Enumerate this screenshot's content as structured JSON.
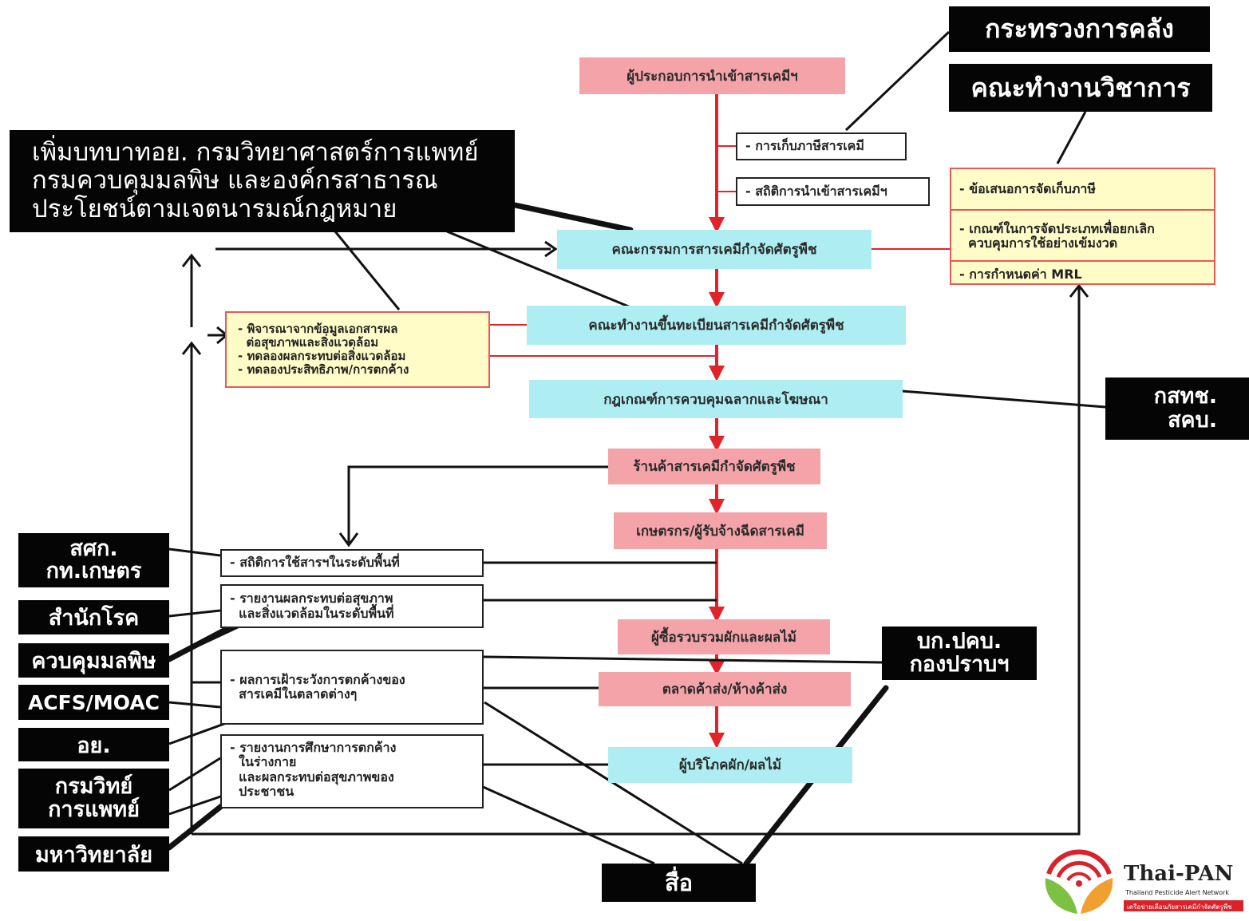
{
  "flow": {
    "importer": "ผู้ประกอบการนำเข้าสารเคมีฯ",
    "tax_collection": "- การเก็บภาษีสารเคมี",
    "import_stats": "- สถิติการนำเข้าสารเคมีฯ",
    "pesticide_committee": "คณะกรรมการสารเคมีกำจัดศัตรูพืช",
    "registration_team": "คณะทำงานขึ้นทะเบียนสารเคมีกำจัดศัตรูพืช",
    "label_rules": "กฎเกณฑ์การควบคุมฉลากและโฆษณา",
    "shop": "ร้านค้าสารเคมีกำจัดศัตรูพืช",
    "farmer": "เกษตรกร/ผู้รับจ้างฉีดสารเคมี",
    "collector": "ผู้ซื้อรวบรวมผักและผลไม้",
    "market": "ตลาดค้าส่ง/ห้างค้าส่ง",
    "consumer": "ผู้บริโภคผัก/ผลไม้"
  },
  "consider": {
    "lines": [
      "- พิจารณาจากข้อมูลเอกสารผล",
      "  ต่อสุขภาพและสิ่งแวดล้อม",
      "- ทดลองผลกระทบต่อสิ่งแวดล้อม",
      "- ทดลองประสิทธิภาพ/การตกค้าง"
    ]
  },
  "proposals": {
    "item1": "- ข้อเสนอการจัดเก็บภาษี",
    "item2_lines": [
      "- เกณฑ์ในการจัดประเภทเพื่อยกเลิก",
      "  ควบคุมการใช้อย่างเข้มงวด"
    ],
    "item3": "- การกำหนดค่า MRL"
  },
  "monitoring": {
    "usage_stats": "- สถิติการใช้สารฯในระดับพื้นที่",
    "impact_lines": [
      "- รายงานผลกระทบต่อสุขภาพ",
      "  และสิ่งแวดล้อมในระดับพื้นที่"
    ],
    "residue_lines": [
      "- ผลการเฝ้าระวังการตกค้างของ",
      "  สารเคมีในตลาดต่างๆ"
    ],
    "body_lines": [
      "- รายงานการศึกษาการตกค้าง",
      "  ในร่างกาย",
      "  และผลกระทบต่อสุขภาพของ",
      "  ประชาชน"
    ]
  },
  "labels": {
    "treasury": "กระทรวงการคลัง",
    "academic_team": "คณะทำงานวิชาการ",
    "add_role_lines": [
      "เพิ่มบทบาทอย. กรมวิทยาศาสตร์การแพทย์",
      "กรมควบคุมมลพิษ และองค์กรสาธารณ",
      "ประโยชน์ตามเจตนารมณ์กฎหมาย"
    ],
    "fda_lines": [
      "กสทช.",
      "สคบ."
    ],
    "oae_lines": [
      "สศก.",
      "กท.เกษตร"
    ],
    "disease": "สำนักโรค",
    "pollution": "ควบคุมมลพิษ",
    "acfs": "ACFS/MOAC",
    "fda": "อย.",
    "dmsc_lines": [
      "กรมวิทย์",
      "การแพทย์"
    ],
    "university": "มหาวิทยาลัย",
    "police_lines": [
      "บก.ปคบ.",
      "กองปราบฯ"
    ],
    "media": "สื่อ"
  },
  "logo": {
    "name": "Thai-PAN",
    "subtitle": "Thailand Pesticide Alert Network",
    "tagline": "เครือข่ายเตือนภัยสารเคมีกำจัดศัตรูพืช",
    "colors": {
      "red": "#d8232a",
      "green": "#7cc142",
      "orange": "#f0a030",
      "text": "#222222"
    }
  },
  "colors": {
    "flow_red": "#e0242a",
    "line_black": "#111111",
    "pink": "#f4a4a8",
    "cyan": "#aeeef2",
    "yellow": "#fffcc8"
  }
}
